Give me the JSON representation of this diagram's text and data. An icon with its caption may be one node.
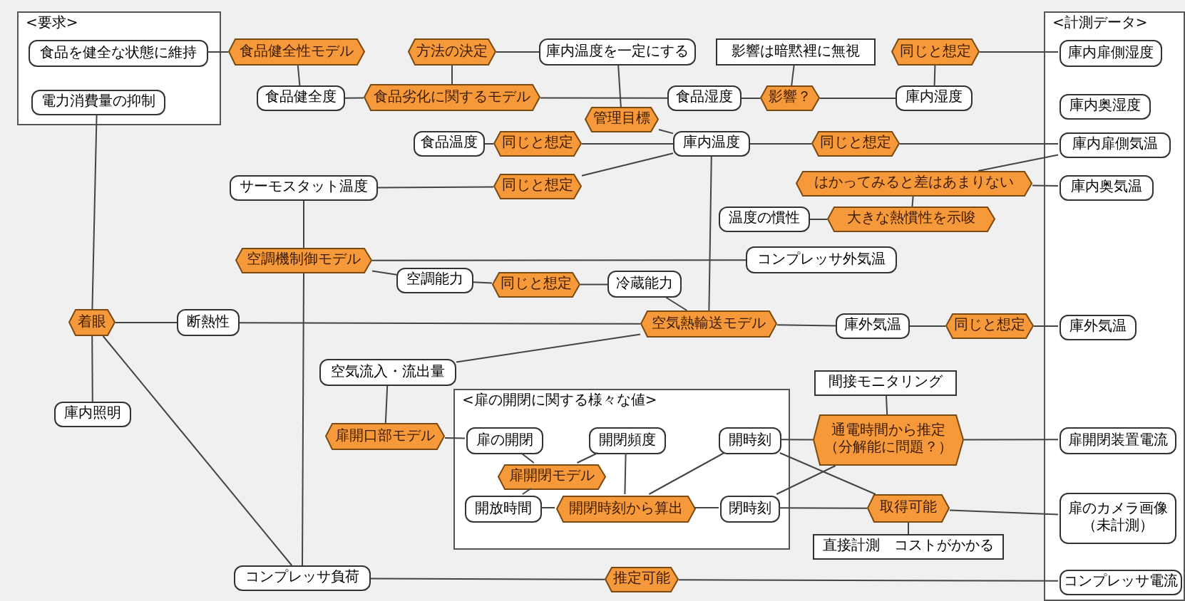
{
  "diagram": {
    "nodes": [
      {
        "text": [
          "<要求>"
        ]
      },
      {
        "text": [
          "食品を健全な状態に維持"
        ],
        "in": 0
      },
      {
        "text": [
          "電力消費量の抑制"
        ],
        "in": 0
      },
      {
        "text": [
          "食品健全性モデル"
        ]
      },
      {
        "text": [
          "方法の決定"
        ]
      },
      {
        "text": [
          "庫内温度を一定にする"
        ]
      },
      {
        "text": [
          "影響は暗黙裡に無視"
        ]
      },
      {
        "text": [
          "同じと想定"
        ]
      },
      {
        "text": [
          "<計測データ>"
        ]
      },
      {
        "text": [
          "庫内扉側湿度"
        ],
        "in": 8
      },
      {
        "text": [
          "食品健全度"
        ]
      },
      {
        "text": [
          "食品劣化に関するモデル"
        ]
      },
      {
        "text": [
          "食品湿度"
        ]
      },
      {
        "text": [
          "影響？"
        ]
      },
      {
        "text": [
          "庫内湿度"
        ]
      },
      {
        "text": [
          "庫内奥湿度"
        ],
        "in": 8
      },
      {
        "text": [
          "管理目標"
        ]
      },
      {
        "text": [
          "食品温度"
        ]
      },
      {
        "text": [
          "同じと想定"
        ]
      },
      {
        "text": [
          "庫内温度"
        ]
      },
      {
        "text": [
          "同じと想定"
        ]
      },
      {
        "text": [
          "庫内扉側気温"
        ],
        "in": 8
      },
      {
        "text": [
          "サーモスタット温度"
        ]
      },
      {
        "text": [
          "同じと想定"
        ]
      },
      {
        "text": [
          "はかってみると差はあまりない"
        ]
      },
      {
        "text": [
          "庫内奥気温"
        ],
        "in": 8
      },
      {
        "text": [
          "温度の慣性"
        ]
      },
      {
        "text": [
          "大きな熱慣性を示唆"
        ]
      },
      {
        "text": [
          "空調機制御モデル"
        ]
      },
      {
        "text": [
          "コンプレッサ外気温"
        ]
      },
      {
        "text": [
          "空調能力"
        ]
      },
      {
        "text": [
          "同じと想定"
        ]
      },
      {
        "text": [
          "冷蔵能力"
        ]
      },
      {
        "text": [
          "着眼"
        ]
      },
      {
        "text": [
          "断熱性"
        ]
      },
      {
        "text": [
          "空気熱輸送モデル"
        ]
      },
      {
        "text": [
          "庫外気温"
        ]
      },
      {
        "text": [
          "同じと想定"
        ]
      },
      {
        "text": [
          "庫外気温"
        ],
        "in": 8
      },
      {
        "text": [
          "空気流入・流出量"
        ]
      },
      {
        "text": [
          "庫内照明"
        ]
      },
      {
        "text": [
          "間接モニタリング"
        ]
      },
      {
        "text": [
          "<扉の開閉に関する様々な値>"
        ]
      },
      {
        "text": [
          "扉開口部モデル"
        ]
      },
      {
        "text": [
          "扉の開閉"
        ],
        "in": 42
      },
      {
        "text": [
          "開閉頻度"
        ],
        "in": 42
      },
      {
        "text": [
          "開時刻"
        ],
        "in": 42
      },
      {
        "text": [
          "通電時間から推定（分解能に問題？）"
        ]
      },
      {
        "text": [
          "扉開閉装置電流"
        ],
        "in": 8
      },
      {
        "text": [
          "扉開閉モデル"
        ],
        "in": 42
      },
      {
        "text": [
          "開放時間"
        ],
        "in": 42
      },
      {
        "text": [
          "開閉時刻から算出"
        ],
        "in": 42
      },
      {
        "text": [
          "閉時刻"
        ],
        "in": 42
      },
      {
        "text": [
          "取得可能"
        ]
      },
      {
        "text": [
          "扉のカメラ画像（未計測）"
        ],
        "in": 8
      },
      {
        "text": [
          "直接計測　コストがかかる"
        ]
      },
      {
        "text": [
          "コンプレッサ負荷"
        ]
      },
      {
        "text": [
          "推定可能"
        ]
      },
      {
        "text": [
          "コンプレッサ電流"
        ],
        "in": 8
      }
    ],
    "edges": [
      {
        "from": 1,
        "to": 3,
        "arrow": "none"
      },
      {
        "from": 3,
        "to": 10,
        "arrow": "none"
      },
      {
        "from": 10,
        "to": 11,
        "arrow": "none"
      },
      {
        "from": 4,
        "to": 11,
        "arrow": "none"
      },
      {
        "from": 4,
        "to": 5,
        "arrow": "none"
      },
      {
        "from": 5,
        "to": 16,
        "arrow": "none"
      },
      {
        "from": 11,
        "to": 12,
        "arrow": "none"
      },
      {
        "from": 12,
        "to": 13,
        "arrow": "none"
      },
      {
        "from": 6,
        "to": 13,
        "arrow": "none"
      },
      {
        "from": 13,
        "to": 14,
        "arrow": "none"
      },
      {
        "from": 14,
        "to": 7,
        "arrow": "none"
      },
      {
        "from": 7,
        "to": 9,
        "arrow": "none"
      },
      {
        "from": 16,
        "to": 19,
        "arrow": "none"
      },
      {
        "from": 17,
        "to": 18,
        "arrow": "none"
      },
      {
        "from": 18,
        "to": 19,
        "arrow": "none"
      },
      {
        "from": 19,
        "to": 20,
        "arrow": "none"
      },
      {
        "from": 20,
        "to": 21,
        "arrow": "none"
      },
      {
        "from": 22,
        "to": 23,
        "arrow": "none"
      },
      {
        "from": 23,
        "to": 19,
        "arrow": "none"
      },
      {
        "from": 21,
        "to": 24,
        "arrow": "none"
      },
      {
        "from": 24,
        "to": 25,
        "arrow": "none"
      },
      {
        "from": 24,
        "to": 27,
        "arrow": "none"
      },
      {
        "from": 26,
        "to": 27,
        "arrow": "none"
      },
      {
        "from": 22,
        "to": 28,
        "arrow": "none"
      },
      {
        "from": 28,
        "to": 29,
        "arrow": "none"
      },
      {
        "from": 28,
        "to": 30,
        "arrow": "none"
      },
      {
        "from": 30,
        "to": 31,
        "arrow": "none"
      },
      {
        "from": 31,
        "to": 32,
        "arrow": "none"
      },
      {
        "from": 32,
        "to": 35,
        "arrow": "none"
      },
      {
        "from": 19,
        "to": 35,
        "arrow": "none"
      },
      {
        "from": 2,
        "to": 33,
        "arrow": "none"
      },
      {
        "from": 33,
        "to": 34,
        "arrow": "none"
      },
      {
        "from": 34,
        "to": 35,
        "arrow": "none"
      },
      {
        "from": 33,
        "to": 40,
        "arrow": "none"
      },
      {
        "from": 33,
        "to": 56,
        "arrow": "none"
      },
      {
        "from": 28,
        "to": 56,
        "arrow": "none"
      },
      {
        "from": 35,
        "to": 36,
        "arrow": "none"
      },
      {
        "from": 36,
        "to": 37,
        "arrow": "none"
      },
      {
        "from": 37,
        "to": 38,
        "arrow": "none"
      },
      {
        "from": 39,
        "to": 35,
        "arrow": "none"
      },
      {
        "from": 39,
        "to": 43,
        "arrow": "none"
      },
      {
        "from": 43,
        "to": 44,
        "arrow": "none"
      },
      {
        "from": 44,
        "to": 49,
        "arrow": "none"
      },
      {
        "from": 45,
        "to": 49,
        "arrow": "none"
      },
      {
        "from": 49,
        "to": 50,
        "arrow": "none"
      },
      {
        "from": 50,
        "to": 51,
        "arrow": "none"
      },
      {
        "from": 45,
        "to": 51,
        "arrow": "none"
      },
      {
        "from": 46,
        "to": 51,
        "arrow": "none"
      },
      {
        "from": 51,
        "to": 52,
        "arrow": "none"
      },
      {
        "from": 46,
        "to": 47,
        "arrow": "none"
      },
      {
        "from": 52,
        "to": 47,
        "arrow": "none"
      },
      {
        "from": 46,
        "to": 53,
        "arrow": "none"
      },
      {
        "from": 52,
        "to": 53,
        "arrow": "none"
      },
      {
        "from": 41,
        "to": 47,
        "arrow": "none"
      },
      {
        "from": 47,
        "to": 48,
        "arrow": "none"
      },
      {
        "from": 53,
        "to": 54,
        "arrow": "none"
      },
      {
        "from": 53,
        "to": 55,
        "arrow": "none"
      },
      {
        "from": 56,
        "to": 57,
        "arrow": "none"
      },
      {
        "from": 57,
        "to": 58,
        "arrow": "none"
      }
    ]
  }
}
